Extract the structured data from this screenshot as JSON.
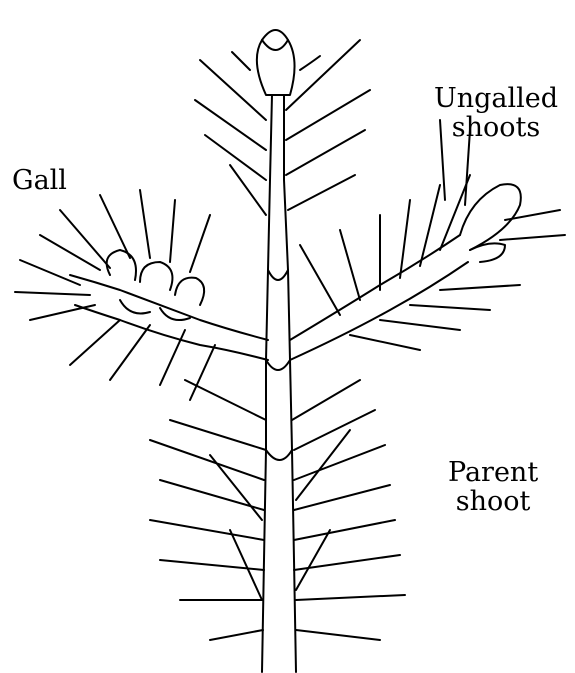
{
  "labels": {
    "gall": "Gall",
    "ungalled_line1": "Ungalled",
    "ungalled_line2": "shoots",
    "parent_line1": "Parent",
    "parent_line2": "shoot"
  },
  "style": {
    "ink": "#000000",
    "paper": "#ffffff"
  }
}
